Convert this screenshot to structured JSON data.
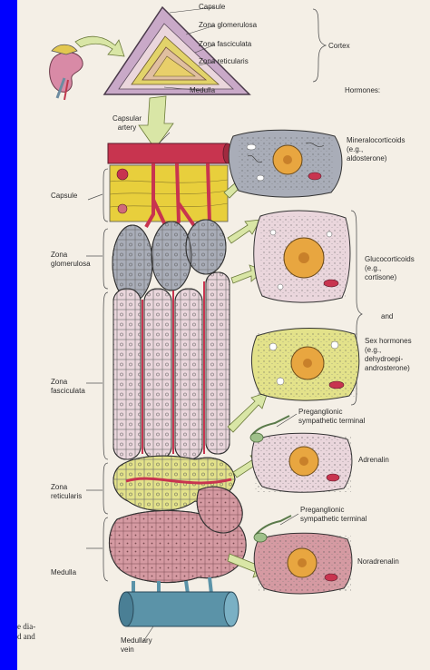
{
  "labels": {
    "capsule_top": "Capsule",
    "zona_glomerulosa_top": "Zona glomerulosa",
    "zona_fasciculata_top": "Zona fasciculata",
    "zona_reticularis_top": "Zona reticularis",
    "medulla_top": "Medulla",
    "cortex": "Cortex",
    "hormones": "Hormones:",
    "capsular_artery": [
      "Capsular",
      "artery"
    ],
    "capsule_left": "Capsule",
    "zona_glomerulosa_left": [
      "Zona",
      "glomerulosa"
    ],
    "zona_fasciculata_left": [
      "Zona",
      "fasciculata"
    ],
    "zona_reticularis_left": [
      "Zona",
      "reticularis"
    ],
    "medulla_left": "Medulla",
    "medullary_vein": [
      "Medullary",
      "vein"
    ],
    "mineralocorticoids": [
      "Mineralocorticoids",
      "(e.g.,",
      "aldosterone)"
    ],
    "glucocorticoids": [
      "Glucocorticoids",
      "(e.g.,",
      "cortisone)"
    ],
    "and": "and",
    "sex_hormones": [
      "Sex hormones",
      "(e.g.,",
      "dehydroepi-",
      "androsterone)"
    ],
    "preganglionic_1": [
      "Preganglionic",
      "sympathetic terminal"
    ],
    "adrenalin": "Adrenalin",
    "preganglionic_2": [
      "Preganglionic",
      "sympathetic terminal"
    ],
    "noradrenalin": "Noradrenalin",
    "page_fragment": [
      "e dia-",
      "d and"
    ]
  },
  "colors": {
    "border_blue": "#0000ff",
    "paper": "#f4efe6",
    "capsule_yellow": "#e8cf3c",
    "artery_red": "#c8344f",
    "vein_blue": "#5b93a8",
    "glomerulosa_gray": "#a9adb8",
    "fasciculata_pink": "#ead6dc",
    "reticularis_yellow": "#e3e28a",
    "medulla_pink": "#d59aa2",
    "arrow_green": "#d9e6a6",
    "nucleus_orange": "#e8a640"
  }
}
